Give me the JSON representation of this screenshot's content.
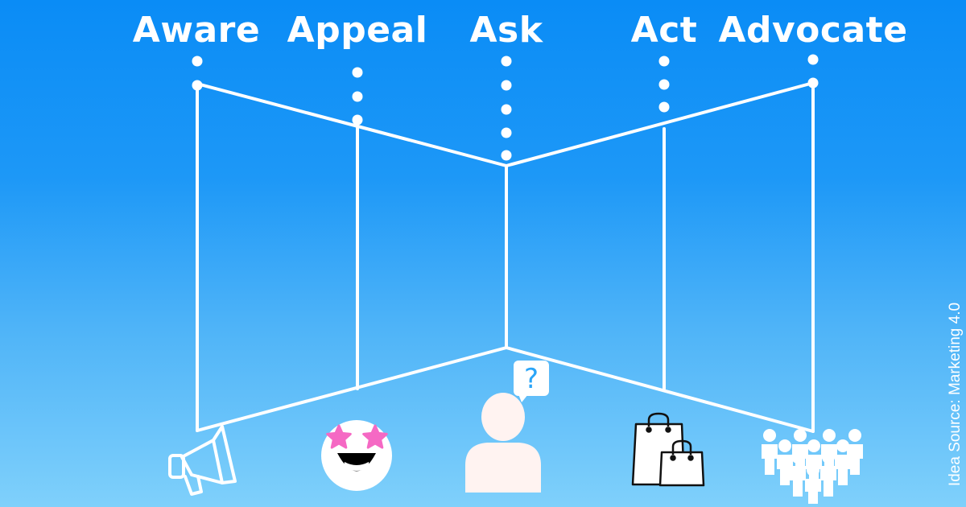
{
  "stages": [
    {
      "label": "Aware"
    },
    {
      "label": "Appeal"
    },
    {
      "label": "Ask"
    },
    {
      "label": "Act"
    },
    {
      "label": "Advocate"
    }
  ],
  "icons": [
    "megaphone-icon",
    "star-struck-face-icon",
    "person-question-icon",
    "shopping-bags-icon",
    "crowd-icon"
  ],
  "question_mark": "?",
  "credit": "Idea Source: Marketing 4.0",
  "colors": {
    "background_top": "#0a8cf6",
    "background_bottom": "#7fd0fb",
    "line": "#ffffff",
    "star": "#f569c4"
  }
}
